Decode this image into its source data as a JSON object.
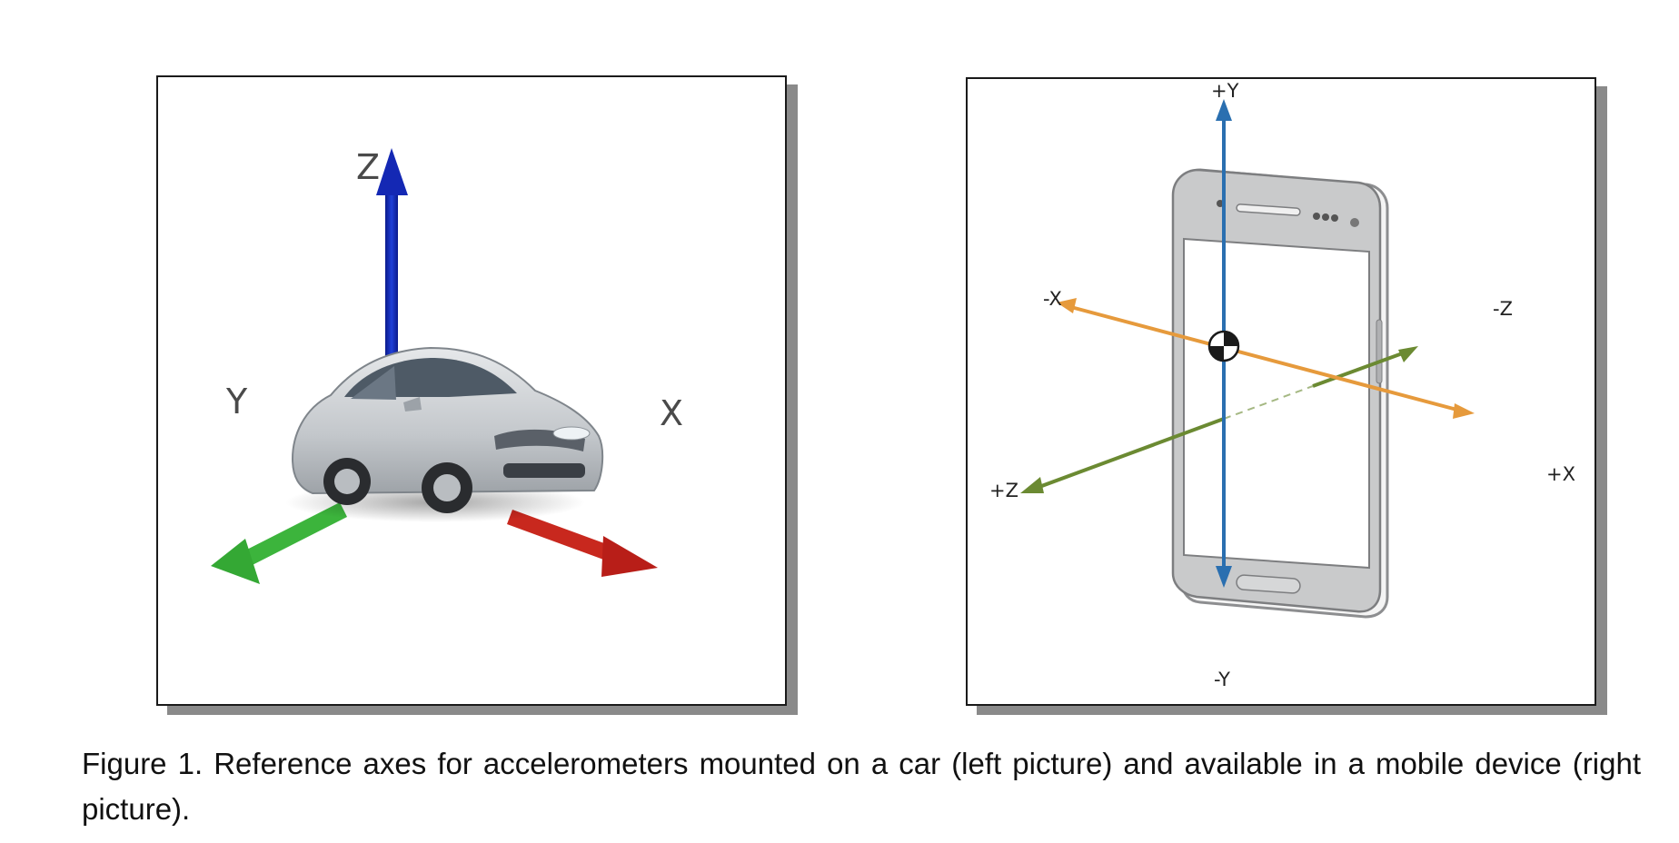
{
  "left_figure": {
    "axis_labels": {
      "z": "Z",
      "y": "Y",
      "x": "X"
    },
    "colors": {
      "z": "#1428b4",
      "y": "#3cb43c",
      "x": "#c8281e",
      "car": "#c8ccd0"
    },
    "icon": "car-icon"
  },
  "right_figure": {
    "axis_labels": {
      "pos_y": "+Y",
      "neg_y": "-Y",
      "pos_x": "+X",
      "neg_x": "-X",
      "pos_z": "+Z",
      "neg_z": "-Z"
    },
    "colors": {
      "y": "#2a6fb0",
      "x": "#e69a3c",
      "z": "#6b8a32",
      "phone_body": "#c9cacb"
    },
    "icon": "smartphone-icon"
  },
  "caption": "Figure 1. Reference axes for accelerometers mounted on a car (left picture) and available in a mobile device (right picture)."
}
